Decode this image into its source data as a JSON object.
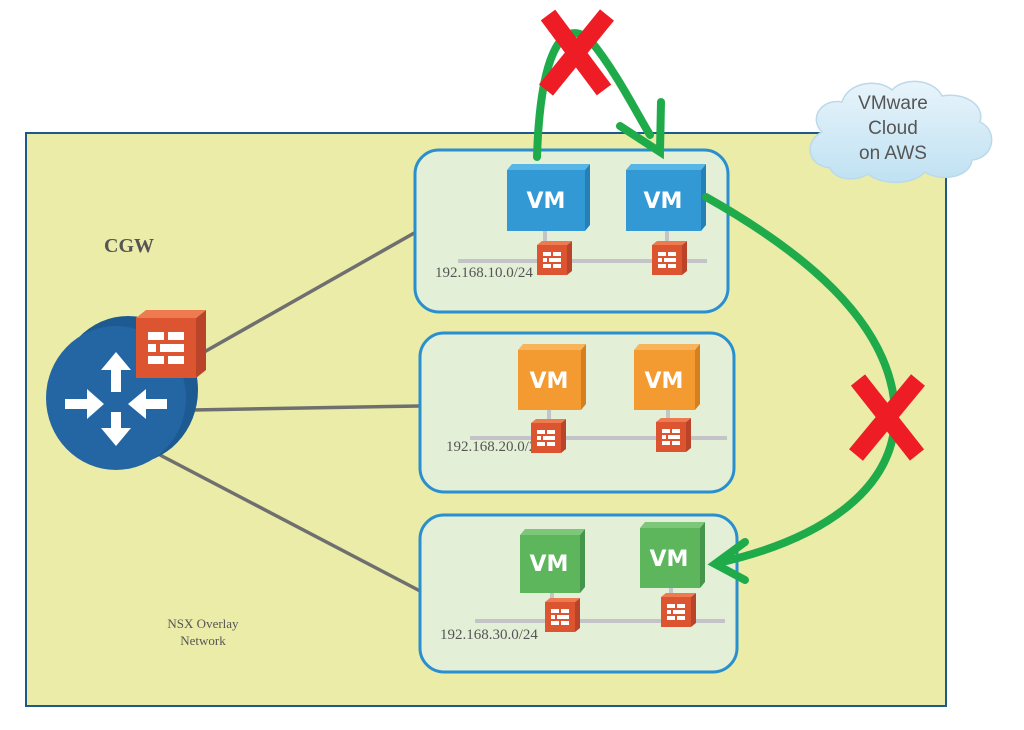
{
  "diagram": {
    "gateway_label": "CGW",
    "overlay_label_line1": "NSX Overlay",
    "overlay_label_line2": "Network",
    "cloud_line1": "VMware",
    "cloud_line2": "Cloud",
    "cloud_line3": "on AWS",
    "vm_label": "VM",
    "subnets": [
      {
        "cidr": "192.168.10.0/24",
        "vm_color": "#3399d4"
      },
      {
        "cidr": "192.168.20.0/24",
        "vm_color": "#f39a31"
      },
      {
        "cidr": "192.168.30.0/24",
        "vm_color": "#5db55c"
      }
    ],
    "colors": {
      "background": "#eaeca8",
      "subnet_fill": "#e3efd6",
      "subnet_border": "#2a8fcf",
      "router": "#2466a4",
      "firewall": "#dc5530",
      "allowed_arrow": "#1fab4a",
      "blocked_mark": "#ee1c24"
    }
  }
}
